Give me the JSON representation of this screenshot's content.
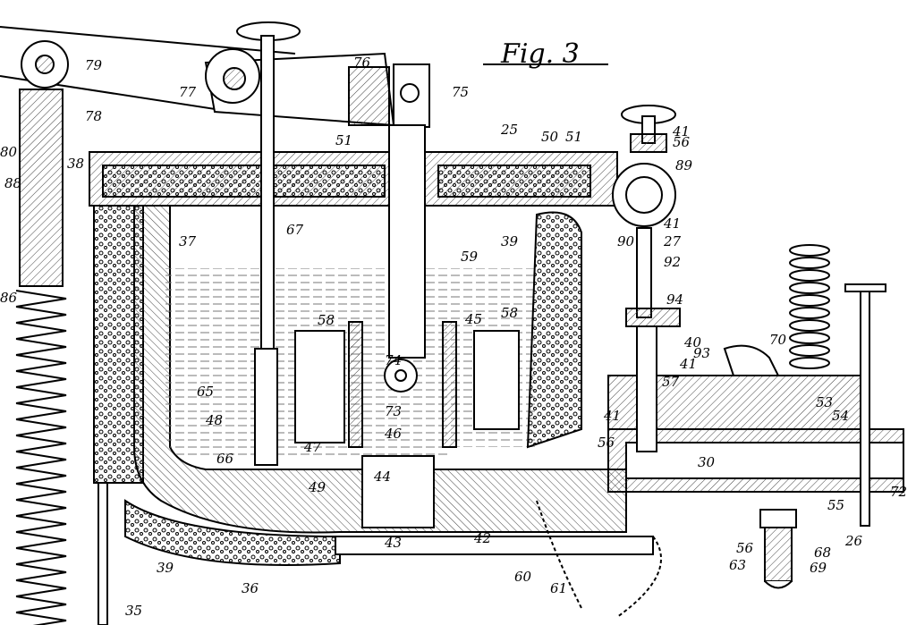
{
  "figure": {
    "title": "Fig. 3",
    "colors": {
      "ink": "#000000",
      "paper": "#ffffff",
      "hatch": "#555555",
      "fluid": "#888888"
    },
    "labels": [
      "79",
      "76",
      "77",
      "75",
      "78",
      "25",
      "51",
      "50",
      "51",
      "41",
      "56",
      "89",
      "80",
      "38",
      "88",
      "37",
      "67",
      "39",
      "59",
      "27",
      "41",
      "90",
      "92",
      "86",
      "58",
      "45",
      "58",
      "94",
      "70",
      "40",
      "93",
      "65",
      "74",
      "41",
      "57",
      "48",
      "73",
      "46",
      "47",
      "41",
      "56",
      "53",
      "54",
      "66",
      "44",
      "30",
      "49",
      "72",
      "55",
      "43",
      "42",
      "63",
      "56",
      "68",
      "26",
      "39",
      "36",
      "60",
      "61",
      "69",
      "35"
    ]
  }
}
